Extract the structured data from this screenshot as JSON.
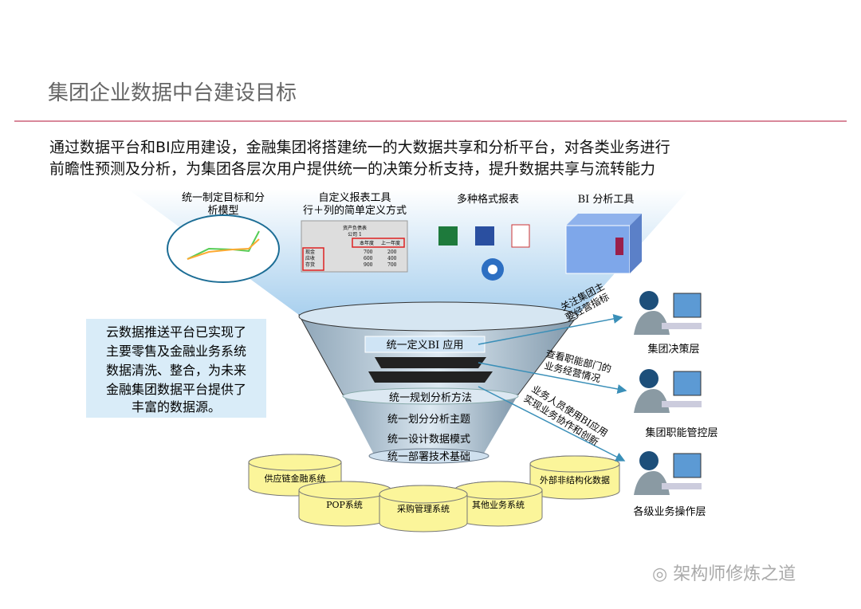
{
  "title": "集团企业数据中台建设目标",
  "intro": {
    "line1": "通过数据平台和BI应用建设，金融集团将搭建统一的大数据共享和分析平台，对各类业务进行",
    "line2": "前瞻性预测及分析，为集团各层次用户提供统一的决策分析支持，提升数据共享与流转能力"
  },
  "top_tools": [
    {
      "line1": "统一制定目标和分",
      "line2": "析模型"
    },
    {
      "line1": "自定义报表工具",
      "line2": "行＋列的简单定义方式"
    },
    {
      "line1": "多种格式报表"
    },
    {
      "line1": "BI 分析工具"
    }
  ],
  "report_sample": {
    "title": "资产负债表",
    "company": "公司 1",
    "cols": [
      "本年度",
      "上一年度"
    ],
    "rows": [
      [
        "现金",
        "700",
        "200"
      ],
      [
        "应收",
        "600",
        "400"
      ],
      [
        "存货",
        "900",
        "700"
      ]
    ]
  },
  "callout": [
    "云数据推送平台已实现了",
    "主要零售及金融业务系统",
    "数据清洗、整合，为未来",
    "金融集团数据平台提供了",
    "丰富的数据源。"
  ],
  "funnel_layers": [
    "统一定义BI 应用",
    "统一规划分析方法",
    "统一划分分析主题",
    "统一设计数据模式",
    "统一部署技术基础"
  ],
  "data_sources": [
    "供应链金融系统",
    "POP系统",
    "采购管理系统",
    "其他业务系统",
    "外部非结构化数据"
  ],
  "arrows": [
    {
      "line1": "关注集团主",
      "line2": "要经营指标"
    },
    {
      "line1": "查看职能部门的",
      "line2": "业务经营情况"
    },
    {
      "line1": "业务人员使用BI应用",
      "line2": "实现业务协作和创新"
    }
  ],
  "user_levels": [
    "集团决策层",
    "集团职能管控层",
    "各级业务操作层"
  ],
  "watermark": "架构师修炼之道",
  "colors": {
    "accent_rule": "#d9889a",
    "funnel": "#bcd8ee",
    "cylinder": "#fbf59a",
    "arrow": "#3a8fb8"
  }
}
